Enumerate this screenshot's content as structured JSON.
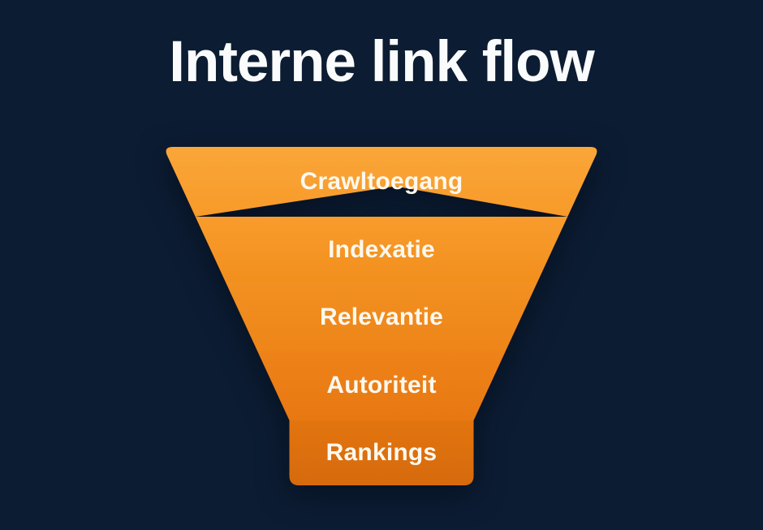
{
  "title": "Interne link flow",
  "colors": {
    "background": "#0C1C32",
    "title_text": "#FAFBFC",
    "funnel_label_text": "#FDF8EE"
  },
  "funnel": {
    "levels": [
      {
        "label": "Crawltoegang",
        "color": "#F89E2E"
      },
      {
        "label": "Indexatie",
        "color": "#F59420"
      },
      {
        "label": "Relevantie",
        "color": "#F18A1B"
      },
      {
        "label": "Autoriteit",
        "color": "#EC7D14"
      },
      {
        "label": "Rankings",
        "color": "#DD6F10"
      }
    ]
  }
}
